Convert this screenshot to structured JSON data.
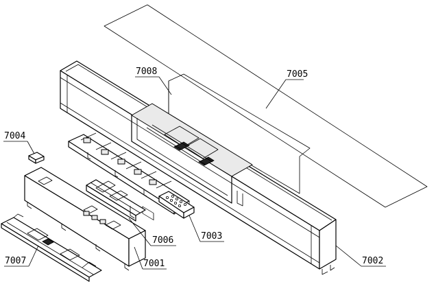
{
  "callouts": [
    {
      "id": "7001",
      "label": "7001"
    },
    {
      "id": "7002",
      "label": "7002"
    },
    {
      "id": "7003",
      "label": "7003"
    },
    {
      "id": "7004",
      "label": "7004"
    },
    {
      "id": "7005",
      "label": "7005"
    },
    {
      "id": "7006",
      "label": "7006"
    },
    {
      "id": "7007",
      "label": "7007"
    },
    {
      "id": "7008",
      "label": "7008"
    }
  ]
}
